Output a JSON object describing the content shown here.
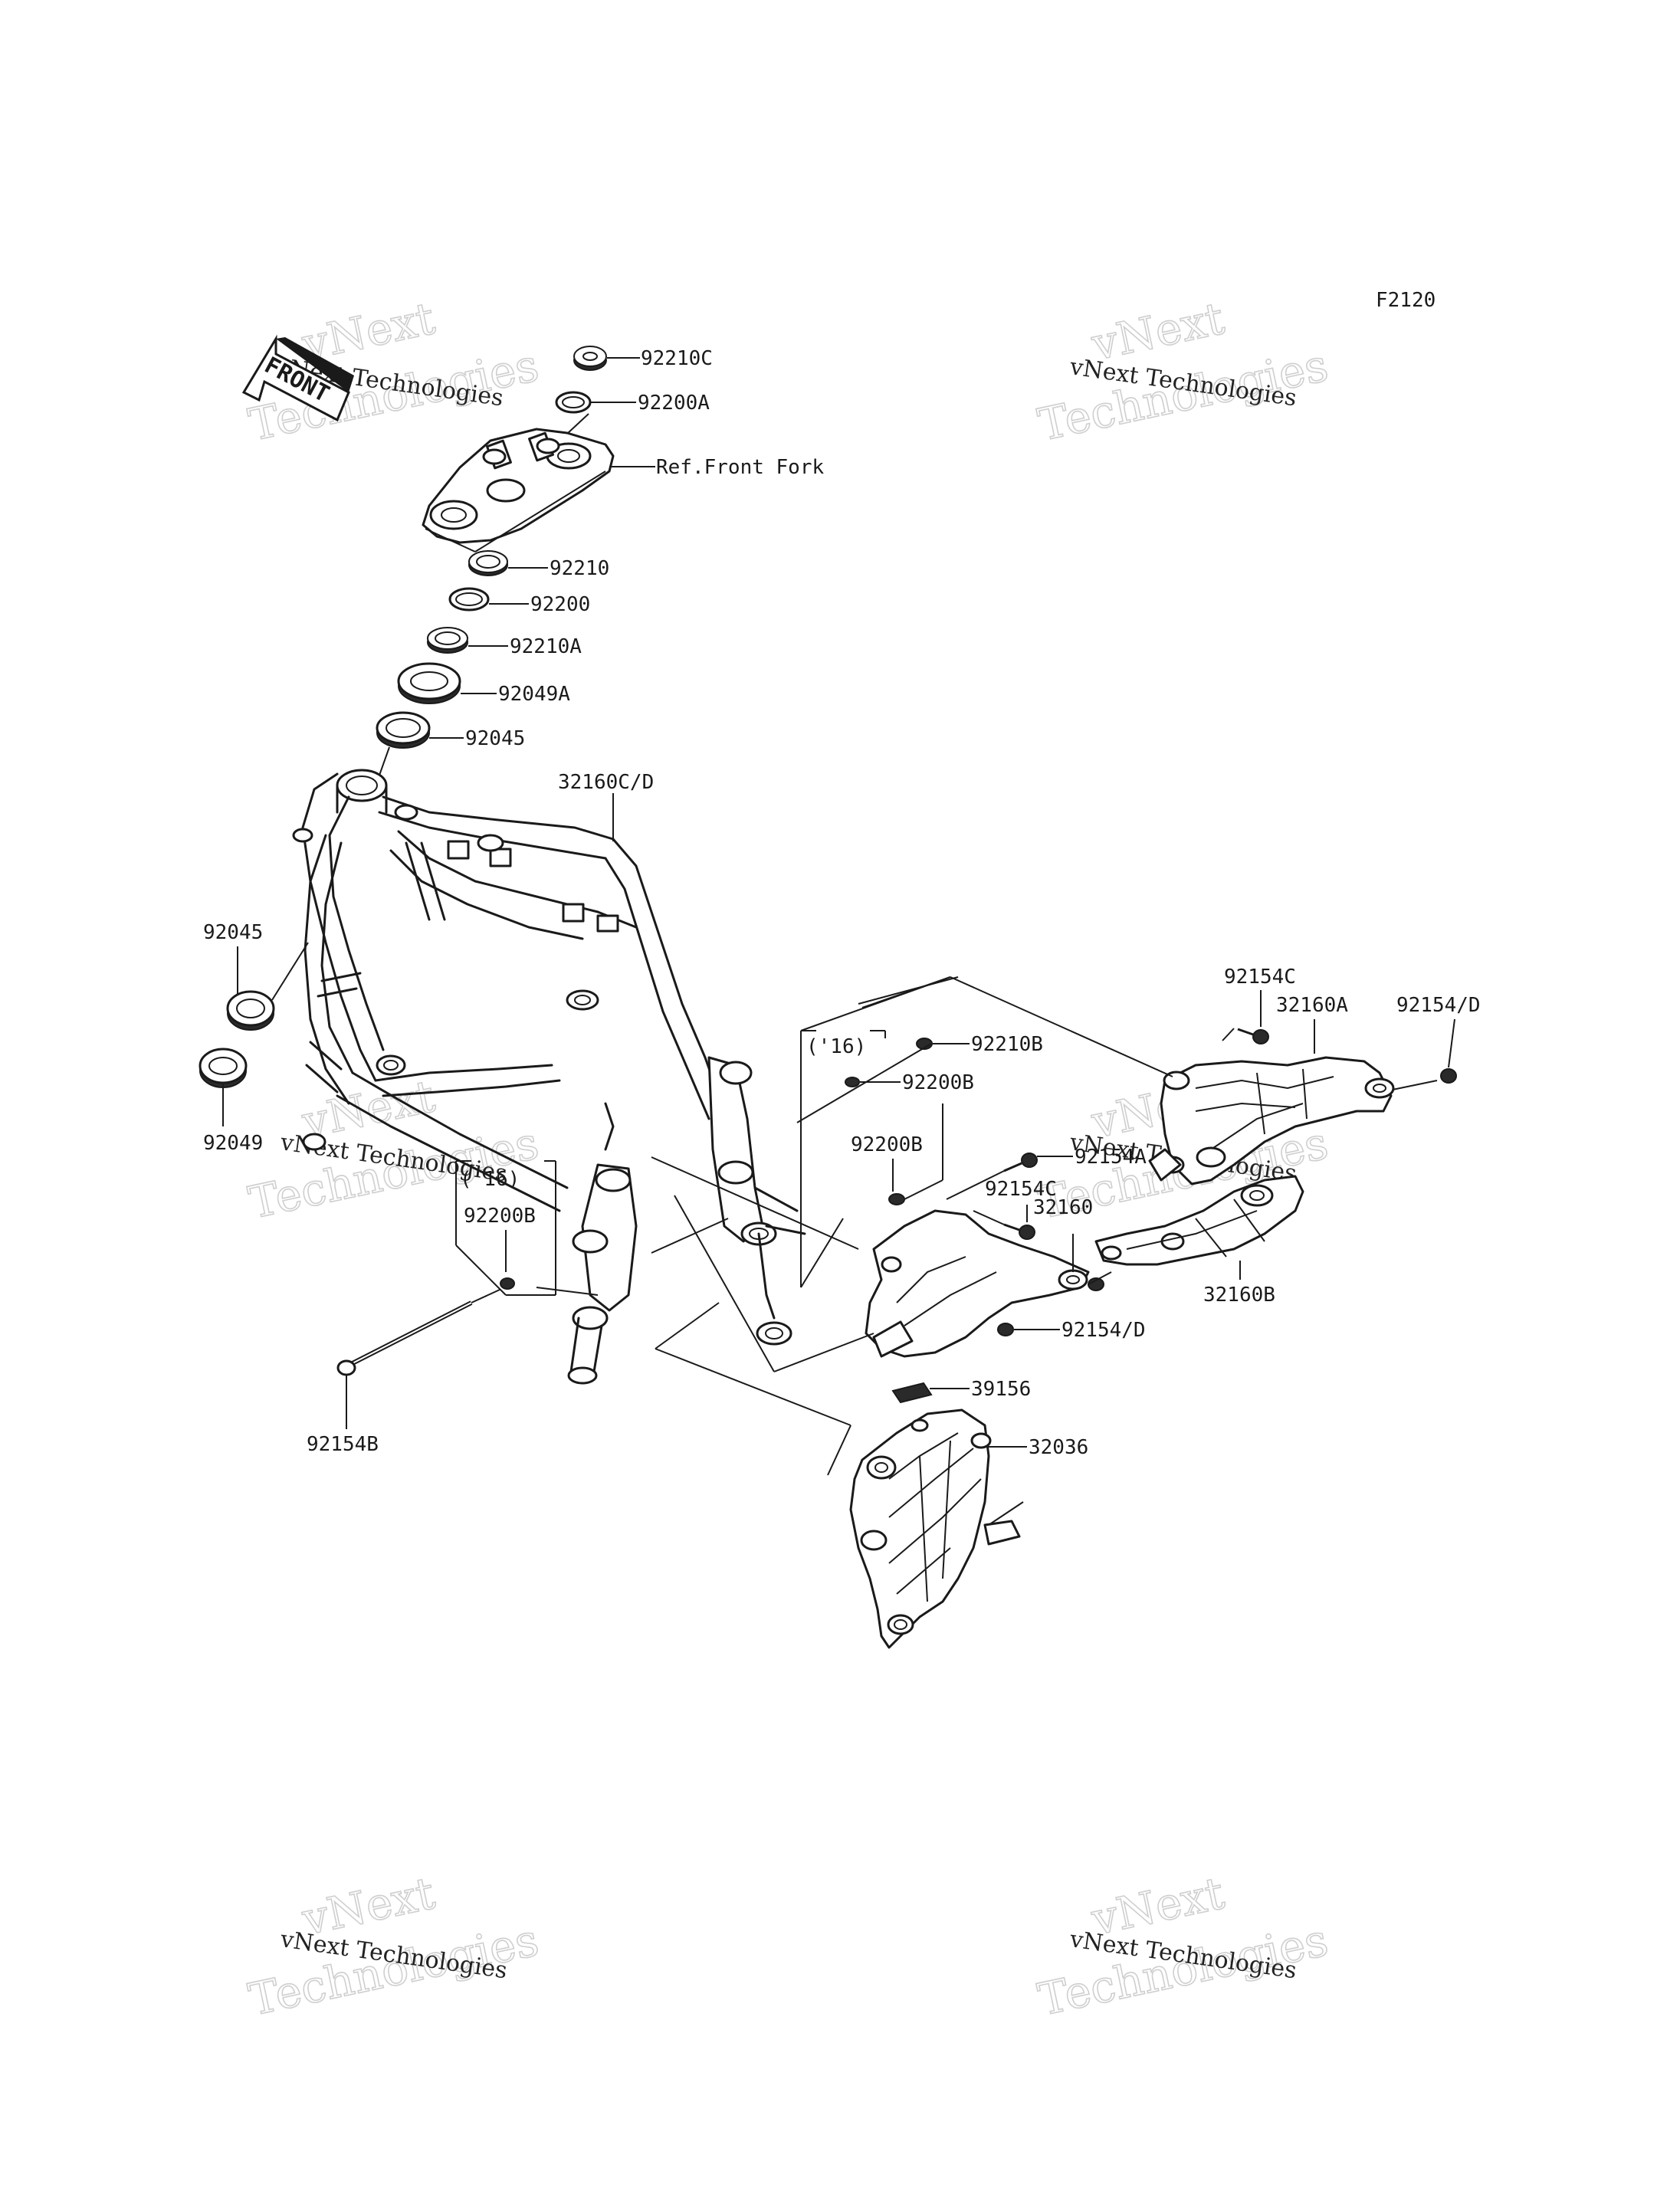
{
  "diagram_code": "F2120",
  "front_arrow": {
    "text": "FRONT",
    "icon": "front-arrow-icon"
  },
  "watermark": {
    "line1": "vNext Technologies",
    "line2": "vNext",
    "line3": "Technologies"
  },
  "labels": {
    "p92210C": "92210C",
    "p92200A": "92200A",
    "ref_front_fork": "Ref.Front Fork",
    "p92210": "92210",
    "p92200": "92200",
    "p92210A": "92210A",
    "p92049A": "92049A",
    "p92045_top": "92045",
    "p32160CD": "32160C/D",
    "p92045_left": "92045",
    "p92049_left": "92049",
    "year16_a": "('16)",
    "p92210B": "92210B",
    "p92200B_a": "92200B",
    "p92200B_b": "92200B",
    "p92154A": "92154A",
    "p92154C_mid": "92154C",
    "p32160": "32160",
    "p92154D_mid": "92154/D",
    "year16_b": "('16)",
    "p92200B_c": "92200B",
    "p92154B": "92154B",
    "p39156": "39156",
    "p32036": "32036",
    "p92154C_right": "92154C",
    "p32160A": "32160A",
    "p92154D_right": "92154/D",
    "p32160B": "32160B"
  }
}
